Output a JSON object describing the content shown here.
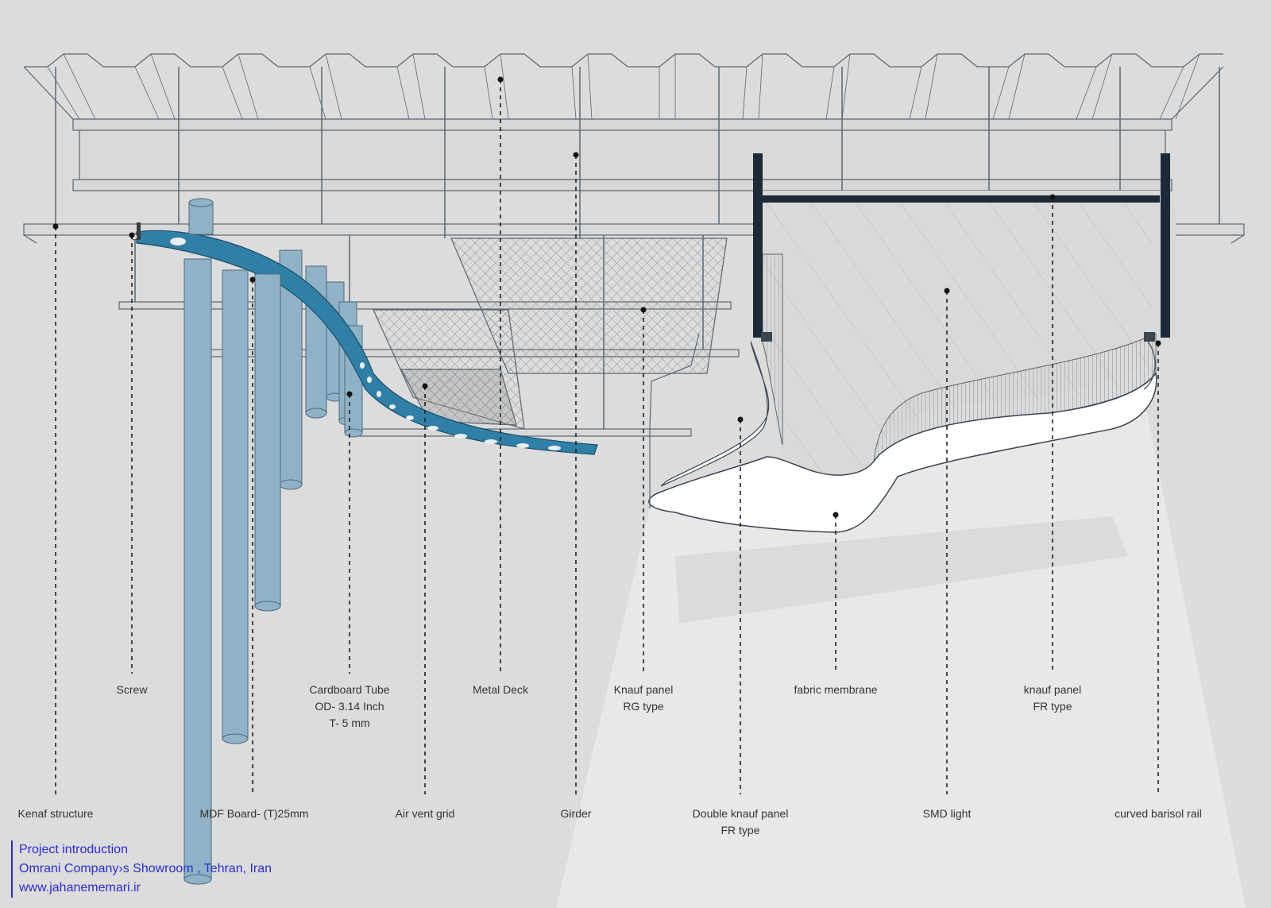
{
  "labels": {
    "kenaf": "Kenaf structure",
    "screw": "Screw",
    "mdf": "MDF Board- (T)25mm",
    "cardboard": [
      "Cardboard Tube",
      "OD- 3.14 Inch",
      "T- 5 mm"
    ],
    "airvent": "Air vent grid",
    "metaldeck": "Metal Deck",
    "girder": "Girder",
    "knauf_rg": [
      "Knauf panel",
      "RG type"
    ],
    "double_knauf": [
      "Double knauf panel",
      "FR type"
    ],
    "fabric": "fabric membrane",
    "smd": "SMD light",
    "knauf_fr": [
      "knauf panel",
      "FR type"
    ],
    "barisol": "curved barisol rail"
  },
  "credits": {
    "line1": "Project introduction",
    "line2": "Omrani Company›s Showroom , Tehran, Iran",
    "line3": "www.jahanememari.ir"
  },
  "colors": {
    "background": "#dcdcdc",
    "line": "#5b6670",
    "tube": "#8fb2c6",
    "board": "#2f7fa6",
    "frame": "#1c2a38",
    "credit": "#2b2bd6"
  }
}
